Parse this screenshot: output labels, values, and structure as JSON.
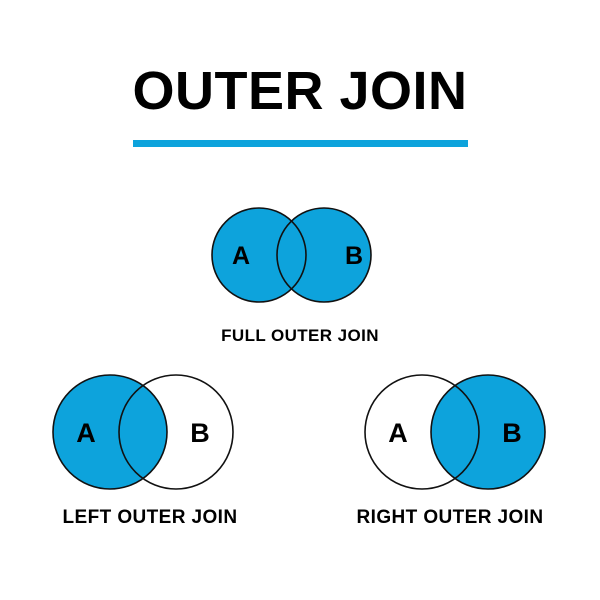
{
  "page": {
    "title": "OUTER JOIN",
    "background_color": "#ffffff",
    "accent_color": "#0da3dc",
    "outline_color": "#111111",
    "text_color": "#000000"
  },
  "title_rule": {
    "color": "#0da3dc"
  },
  "diagrams": [
    {
      "id": "full-outer-join",
      "caption": "FULL OUTER JOIN",
      "left_label": "A",
      "right_label": "B",
      "left_filled": true,
      "right_filled": true,
      "intersection_filled": true,
      "fill_color": "#0da3dc"
    },
    {
      "id": "left-outer-join",
      "caption": "LEFT OUTER JOIN",
      "left_label": "A",
      "right_label": "B",
      "left_filled": true,
      "right_filled": false,
      "intersection_filled": true,
      "fill_color": "#0da3dc"
    },
    {
      "id": "right-outer-join",
      "caption": "RIGHT OUTER JOIN",
      "left_label": "A",
      "right_label": "B",
      "left_filled": false,
      "right_filled": true,
      "intersection_filled": true,
      "fill_color": "#0da3dc"
    }
  ]
}
